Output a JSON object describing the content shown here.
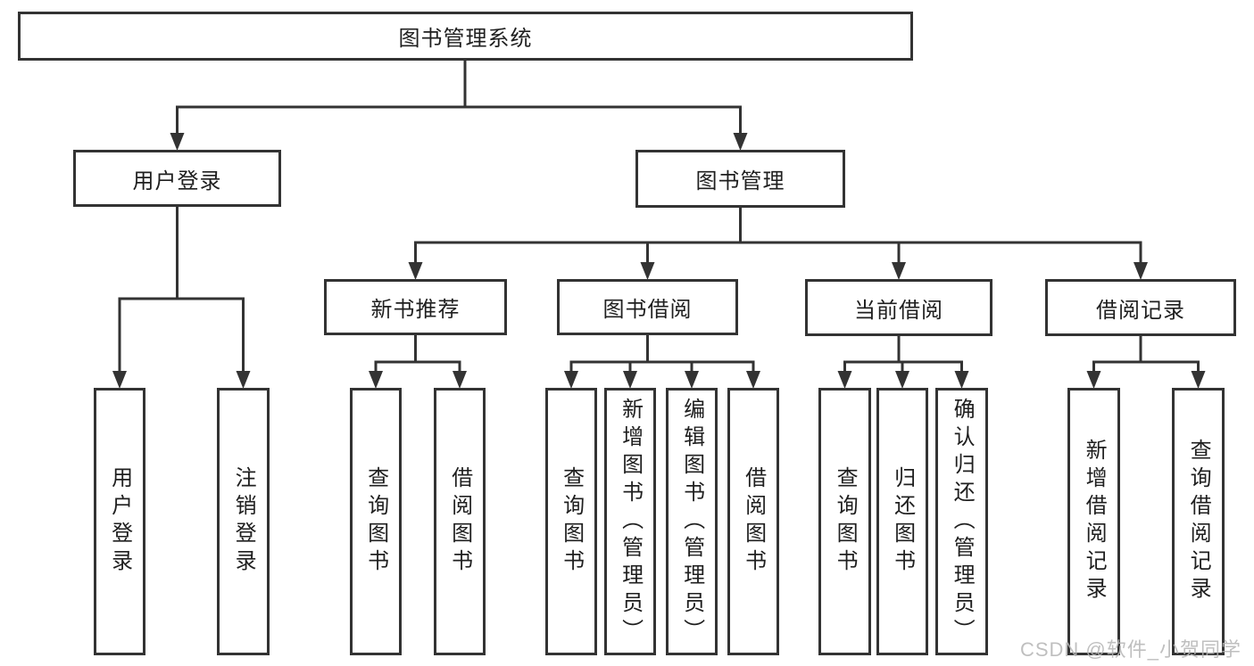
{
  "colors": {
    "line": "#333333",
    "text": "#1f1f1f",
    "background": "#ffffff",
    "watermark": "#b5b5b5"
  },
  "diagram": {
    "root": {
      "label": "图书管理系统"
    },
    "level2": [
      {
        "label": "用户登录",
        "children": [
          {
            "label": "用户登录"
          },
          {
            "label": "注销登录"
          }
        ]
      },
      {
        "label": "图书管理",
        "groups": [
          {
            "label": "新书推荐",
            "children": [
              {
                "label": "查询图书"
              },
              {
                "label": "借阅图书"
              }
            ]
          },
          {
            "label": "图书借阅",
            "children": [
              {
                "label": "查询图书"
              },
              {
                "label": "新增图书（管理员）"
              },
              {
                "label": "编辑图书（管理员）"
              },
              {
                "label": "借阅图书"
              }
            ]
          },
          {
            "label": "当前借阅",
            "children": [
              {
                "label": "查询图书"
              },
              {
                "label": "归还图书"
              },
              {
                "label": "确认归还（管理员）"
              }
            ]
          },
          {
            "label": "借阅记录",
            "children": [
              {
                "label": "新增借阅记录"
              },
              {
                "label": "查询借阅记录"
              }
            ]
          }
        ]
      }
    ]
  },
  "watermark": {
    "text": "CSDN @软件_小贺同学"
  }
}
